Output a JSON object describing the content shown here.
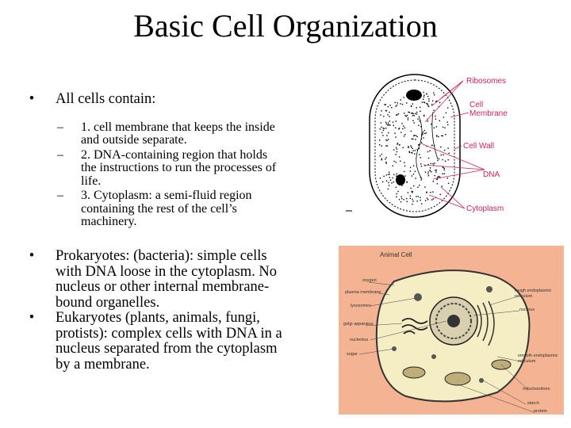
{
  "slide": {
    "title": "Basic Cell Organization",
    "bullets": [
      {
        "text": "All cells contain:",
        "subitems": [
          "1. cell membrane that keeps the inside and outside separate.",
          "2. DNA-containing region that holds the instructions to run the processes of life.",
          "3. Cytoplasm: a semi-fluid region containing the rest of the cell’s machinery."
        ]
      },
      {
        "text": "Prokaryotes: (bacteria): simple cells with DNA loose in the cytoplasm. No nucleus or other internal membrane-bound organelles."
      },
      {
        "text": "Eukaryotes (plants, animals, fungi, protists): complex cells with DNA in a nucleus separated from the cytoplasm by a membrane."
      }
    ],
    "bullet_mark": "•",
    "sub_mark": "–"
  },
  "bacteria_figure": {
    "labels": {
      "ribosomes": "Ribosomes",
      "cell_membrane_1": "Cell",
      "cell_membrane_2": "Membrane",
      "cell_wall": "Cell Wall",
      "dna": "DNA",
      "cytoplasm": "Cytoplasm"
    },
    "label_color": "#d0245a"
  },
  "animal_figure": {
    "title": "Animal Cell",
    "labels": {
      "oxygen": "oxygen",
      "plasma_membrane": "plasma membrane",
      "lysosomes": "lysosomes",
      "golgi": "golgi apparatus",
      "nucleolus": "nucleolus",
      "sugar": "sugar",
      "rough_er_1": "rough endoplasmic",
      "rough_er_2": "reticulum",
      "nucleus": "nucleus",
      "smooth_er_1": "smooth endoplasmic",
      "smooth_er_2": "reticulum",
      "mitochondrion": "mitochondrion",
      "starch": "starch",
      "protein": "protein"
    },
    "background_color": "#f4b392"
  }
}
